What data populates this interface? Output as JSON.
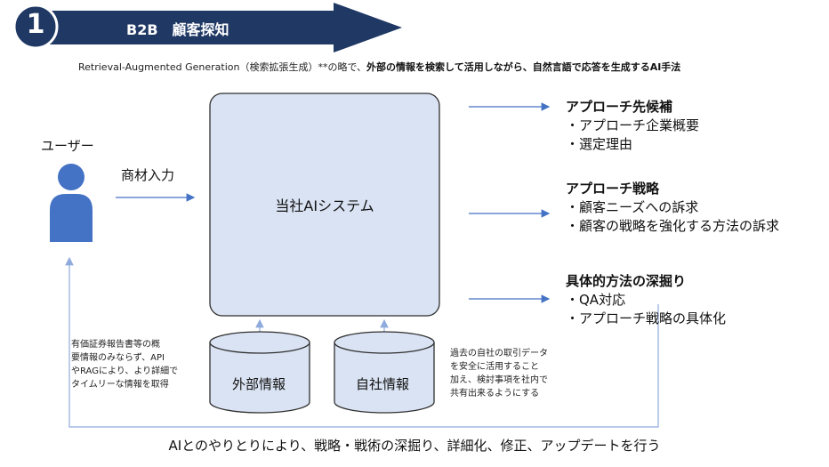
{
  "header": {
    "step_number": "1",
    "title": "B2B　顧客探知"
  },
  "subtitle": {
    "plain": "Retrieval-Augmented Generation（検索拡張生成）**の略で、",
    "bold": "外部の情報を検索して活用しながら、自然言語で応答を生成するAI手法"
  },
  "user": {
    "label": "ユーザー"
  },
  "input": {
    "label": "商材入力"
  },
  "system": {
    "label": "当社AIシステム"
  },
  "databases": [
    {
      "label": "外部情報"
    },
    {
      "label": "自社情報"
    }
  ],
  "notes": {
    "external": [
      "有価証券報告書等の概",
      "要情報のみならず、API",
      "やRAGにより、より詳細で",
      "タイムリーな情報を取得"
    ],
    "internal": [
      "過去の自社の取引データ",
      "を安全に活用すること",
      "加え、検討事項を社内で",
      "共有出来るようにする"
    ]
  },
  "outputs": [
    {
      "heading": "アプローチ先候補",
      "items": [
        "・アプローチ企業概要",
        "・選定理由"
      ]
    },
    {
      "heading": "アプローチ戦略",
      "items": [
        "・顧客ニーズへの訴求",
        "・顧客の戦略を強化する方法の訴求"
      ]
    },
    {
      "heading": "具体的方法の深掘り",
      "items": [
        "・QA対応",
        "・アプローチ戦略の具体化"
      ]
    }
  ],
  "footer": {
    "text": "AIとのやりとりにより、戦略・戦術の深掘り、詳細化、修正、アップデートを行う"
  },
  "colors": {
    "banner": "#1f3864",
    "system_fill": "#dae3f3",
    "stroke": "#2f2f2f",
    "user_icon": "#4472c4",
    "arrow": "#4472c4",
    "loop_line": "#8faadc"
  }
}
